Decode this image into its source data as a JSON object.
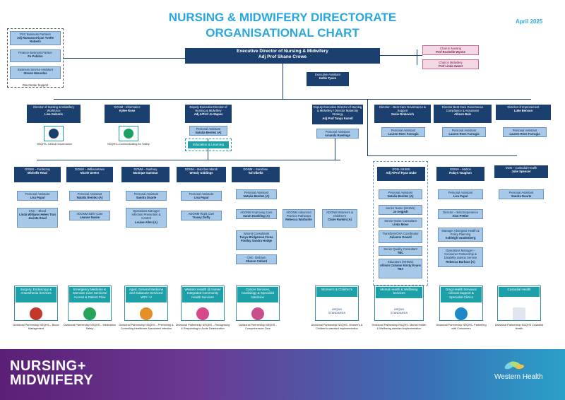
{
  "title_line1": "NURSING & MIDWIFERY DIRECTORATE",
  "title_line2": "ORGANISATIONAL CHART",
  "date": "April 2025",
  "support": {
    "psc_title": "PSC Business Partners",
    "psc_names": "Adj Ramasoorriyan Yvette Roberts",
    "finance_title": "Finance Business Partner",
    "finance_name": "Fe Pulidos",
    "bsa_title": "Business Service Assistant",
    "bsa_name": "Steven Mousdos",
    "label": "Directorate Support"
  },
  "chairs": {
    "nursing_title": "Chair in Nursing",
    "nursing_name": "Prof Rochelle Wynne",
    "midwifery_title": "Chair in Midwifery",
    "midwifery_name": "Prof Linda Sweet"
  },
  "exec": {
    "title": "Executive Director of Nursing & Midwifery",
    "name": "Adj Prof Shane Crowe"
  },
  "exec_assistant": {
    "title": "Executive Assistant",
    "name": "Kellie Tyson"
  },
  "row2": [
    {
      "title": "Director of Nursing & Midwifery Workforce",
      "name": "Lisa Gelzeris"
    },
    {
      "title": "DONM - Informatics",
      "name": "Kylee Rose"
    },
    {
      "title": "Deputy Executive Director of Nursing & Midwifery",
      "name": "Adj A/Prof Jo Mapes"
    },
    {
      "title": "Deputy Executive Director of Nursing & Midwifery / Director Maternity Strategy",
      "name": "Adj Prof Tanya Farrell"
    },
    {
      "title": "Director – Best Care Governance & Support",
      "name": "Suzie Rinkevich"
    },
    {
      "title": "Director Best Care Governance Compliance & Assurance",
      "name": "Allison Bale"
    },
    {
      "title": "Director of Improvement",
      "name": "Luke Benson"
    }
  ],
  "row2_caps": {
    "workforce": "NSQHS- Clinical Governance",
    "informatics": "NSQHS- Communicating for Safety"
  },
  "deputy1_pa": {
    "title": "Personal Assistant",
    "name": "Natalia Benitez (A)"
  },
  "edu": "Education & Learning",
  "deputy2_pa": {
    "title": "Personal Assistant",
    "name": "Amanda Rawlings"
  },
  "pa_lauren1": {
    "title": "Personal Assistant",
    "name": "Lauren Rees Farrugia"
  },
  "pa_lauren2": {
    "title": "Personal Assistant",
    "name": "Lauren Rees Farrugia"
  },
  "pa_lauren3": {
    "title": "Personal Assistant",
    "name": "Lauren Rees Farrugia"
  },
  "donms": [
    {
      "title": "DONM – Footscray",
      "name": "Michelle Read"
    },
    {
      "title": "DONM – Williamstown",
      "name": "Nicole Deeter"
    },
    {
      "title": "DONM – Sunbury",
      "name": "Monique Sammut"
    },
    {
      "title": "DONM – Bacchus Marsh",
      "name": "Wendy Giddings"
    },
    {
      "title": "DONM – Sunshine",
      "name": "Val Dibella"
    }
  ],
  "donm_pas": [
    {
      "title": "Personal Assistant",
      "name": "Lisa Papal"
    },
    {
      "title": "Personal Assistant",
      "name": "Natalia Benitez (A)"
    },
    {
      "title": "Personal Assistant",
      "name": "Sandra Duarte"
    },
    {
      "title": "Personal Assistant",
      "name": "Lisa Papal"
    },
    {
      "title": "Personal Assistant",
      "name": "Natalia Benitez (A)"
    }
  ],
  "footscray_cnc": {
    "title": "CNC – Blood",
    "names": "Linda Williams Helen Tran Jacinta Read"
  },
  "williamstown_adonm": {
    "title": "ADONM Safer Care",
    "name": "Leanne Naske"
  },
  "sunbury_ops": {
    "title": "Operations Manager Infection Prevention & Control",
    "name": "Louise Allen (A)"
  },
  "bacchus_adonm": {
    "title": "ADONM Right Care",
    "name": "Tracey Duffy"
  },
  "sunshine": {
    "adonm_title": "ADONM Improving Care",
    "adonm_name": "Sarah Dunkling (A)",
    "wound_title": "Wound Consultants",
    "wound_names": "Tanya Bridgeman Fiona Findlay Sandra Hodge",
    "cnc_title": "CNC- Delirium",
    "cnc_name": "Sharon Collard"
  },
  "advanced": {
    "title": "ADONM Advanced Practice Pathways",
    "name": "Rebecca Warbunte"
  },
  "womens_adonm": {
    "title": "ADONM Women's & Children's",
    "name": "Claire Rankin (A)"
  },
  "mhws": {
    "title": "DON- MHWS",
    "name": "Adj A/Prof Ryan Dube",
    "pa_title": "Personal Assistant",
    "pa_name": "Natalia Benitez (A)",
    "snm_title": "Senior Nurse (MHWS)",
    "snm_name": "Jo Aegjedt",
    "nc_title": "Senior Nurse Consultant",
    "nc_name": "Linda Moss",
    "tf_title": "Transform/OVA Coordinator",
    "tf_name": "Julianne Dowell",
    "sq_title": "Senior Quality Consultant",
    "sq_name": "TBC",
    "ed_title": "Educators (MHWS)",
    "ed_names": "Allison Cahalan Kirsty Evans TBA"
  },
  "melton": {
    "title": "DONM – Melton",
    "name": "Robyn Vaughan",
    "pa_title": "Personal Assistant",
    "pa_name": "Lisa Papal",
    "dbe_title": "Director – Best Experience",
    "dbe_name": "Alan Pettier",
    "ab_title": "Manager Aboriginal Health & Policy Planning",
    "ab_name": "Ashleigh Vandenberg",
    "ops_title": "Operations Manager – Consumer Partnership & Disability Liaison Service",
    "ops_name": "Rebecca Barbara (A)"
  },
  "custodial": {
    "title": "DON – Custodial Health",
    "name": "Julie Spencer",
    "pa_title": "Personal Assistant",
    "pa_name": "Sandra Duarte"
  },
  "cards": [
    {
      "head": "Surgery, Endoscopy & Anaesthesia Services",
      "cap": "Divisional Partnership NSQHS – Blood Management"
    },
    {
      "head": "Emergency Medicine & Intensive Care Services/ Access & Patient Flow",
      "cap": "Divisional Partnership NSQHS – Medication Safety"
    },
    {
      "head": "Aged, General Medicine and Subacute Services/ WPI / U",
      "cap": "Divisional Partnership NSQHS – Preventing & Controlling Healthcare Associated Infection"
    },
    {
      "head": "Western Health @ Home/ Integrated Community Health Services",
      "cap": "Divisional Partnership NSQHS – Recognising & Responding to Acute Deterioration"
    },
    {
      "head": "Cancer Services, Cardiology & Specialist Medicine",
      "cap": "Divisional Partnership NSQHS - Comprehensive Care"
    },
    {
      "head": "Women's & Children's",
      "cap": "Divisional Partnership NSQHS- Women's & Children's standard implementation"
    },
    {
      "head": "Mental Health & Wellbeing Services",
      "cap": "Divisional Partnership NSQHS- Mental Health & Wellbeing standard implementation"
    },
    {
      "head": "Drug Health Services/ Clinical Support & Specialist Clinics",
      "cap": "Divisional Partnership NSQHS- Partnering with Consumers"
    },
    {
      "head": "Custodial Health",
      "cap": "Divisional Partnership NSQHS Custodial Health"
    }
  ],
  "nsqhs_badge": "NSQHS STANDARDS",
  "brand_line1": "NURSING+",
  "brand_line2": "MIDWIFERY",
  "western_health": "Western Health",
  "colors": {
    "title_blue": "#2aa8de",
    "navy": "#1b3f6e",
    "teal": "#1ea0a8",
    "light_blue": "#a8c8e8",
    "pink": "#f2d7e4",
    "purple": "#5b1f77"
  }
}
